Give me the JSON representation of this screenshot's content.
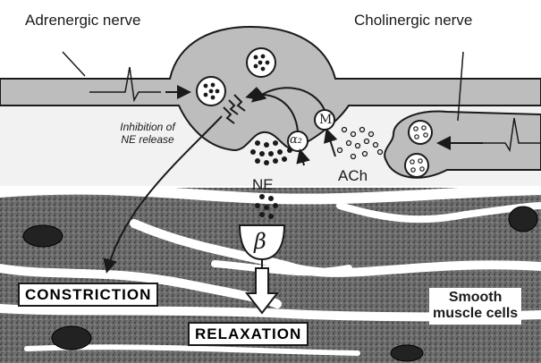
{
  "labels": {
    "adrenergic_nerve": "Adrenergic nerve",
    "cholinergic_nerve": "Cholinergic nerve",
    "inhibition_line1": "Inhibition of",
    "inhibition_line2": "NE release",
    "ne": "NE",
    "ach": "ACh",
    "alpha2": "α₂",
    "muscarinic": "M",
    "beta": "β",
    "constriction": "CONSTRICTION",
    "relaxation": "RELAXATION",
    "smooth_muscle_line1": "Smooth",
    "smooth_muscle_line2": "muscle cells"
  }
}
